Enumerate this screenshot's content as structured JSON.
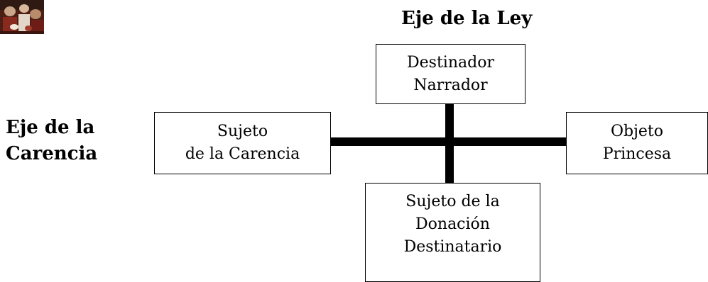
{
  "thumbnail": {
    "icon": "painting-thumbnail-icon"
  },
  "axes": {
    "ley_title": "Eje de la Ley",
    "carencia_title_line1": "Eje de la",
    "carencia_title_line2": "Carencia"
  },
  "boxes": {
    "destinador": {
      "line1": "Destinador",
      "line2": "Narrador"
    },
    "sujeto_carencia": {
      "line1": "Sujeto",
      "line2": "de la Carencia"
    },
    "objeto": {
      "line1": "Objeto",
      "line2": "Princesa"
    },
    "donacion": {
      "line1": "Sujeto de la",
      "line2": "Donación",
      "line3": "Destinatario"
    }
  },
  "colors": {
    "lines": "#000000",
    "box_border": "#000000",
    "background": "#ffffff"
  }
}
